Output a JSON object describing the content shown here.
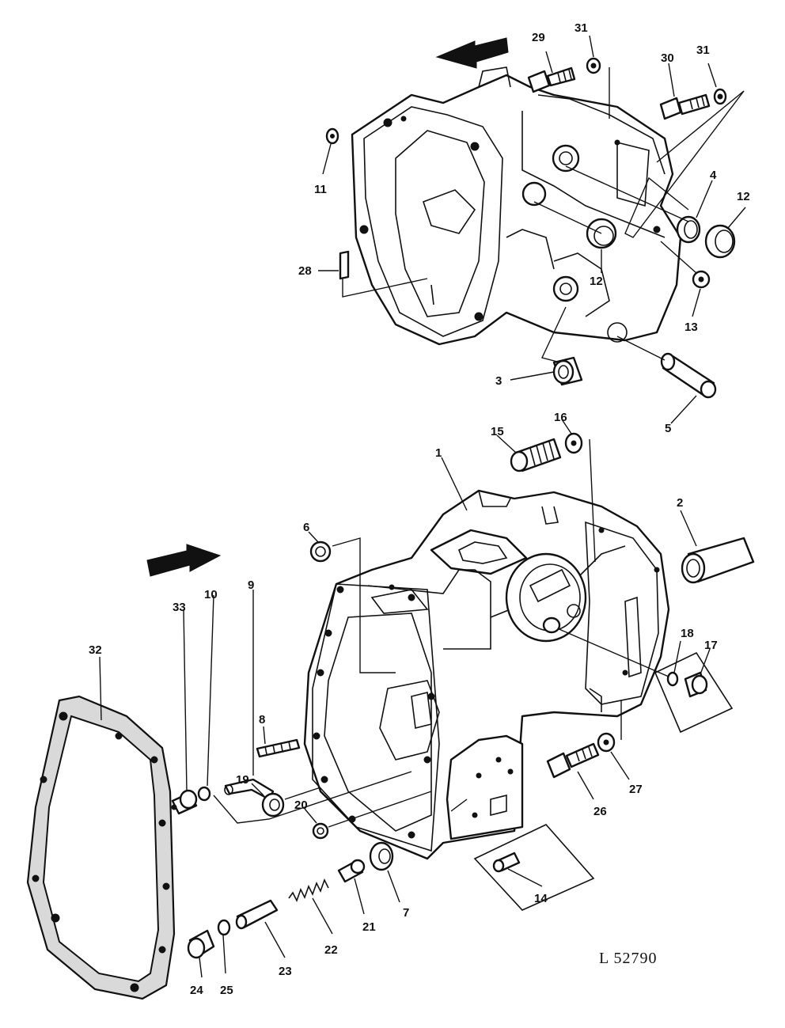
{
  "reference_code": "L 52790",
  "callouts": {
    "c1": "1",
    "c2": "2",
    "c3": "3",
    "c4": "4",
    "c5": "5",
    "c6": "6",
    "c7": "7",
    "c8": "8",
    "c9": "9",
    "c10": "10",
    "c11": "11",
    "c12a": "12",
    "c12b": "12",
    "c13": "13",
    "c14": "14",
    "c15": "15",
    "c16": "16",
    "c17": "17",
    "c18": "18",
    "c19": "19",
    "c20": "20",
    "c21": "21",
    "c22": "22",
    "c23": "23",
    "c24": "24",
    "c25": "25",
    "c26": "26",
    "c27": "27",
    "c28": "28",
    "c29": "29",
    "c30": "30",
    "c31a": "31",
    "c31b": "31",
    "c32": "32",
    "c33": "33"
  }
}
